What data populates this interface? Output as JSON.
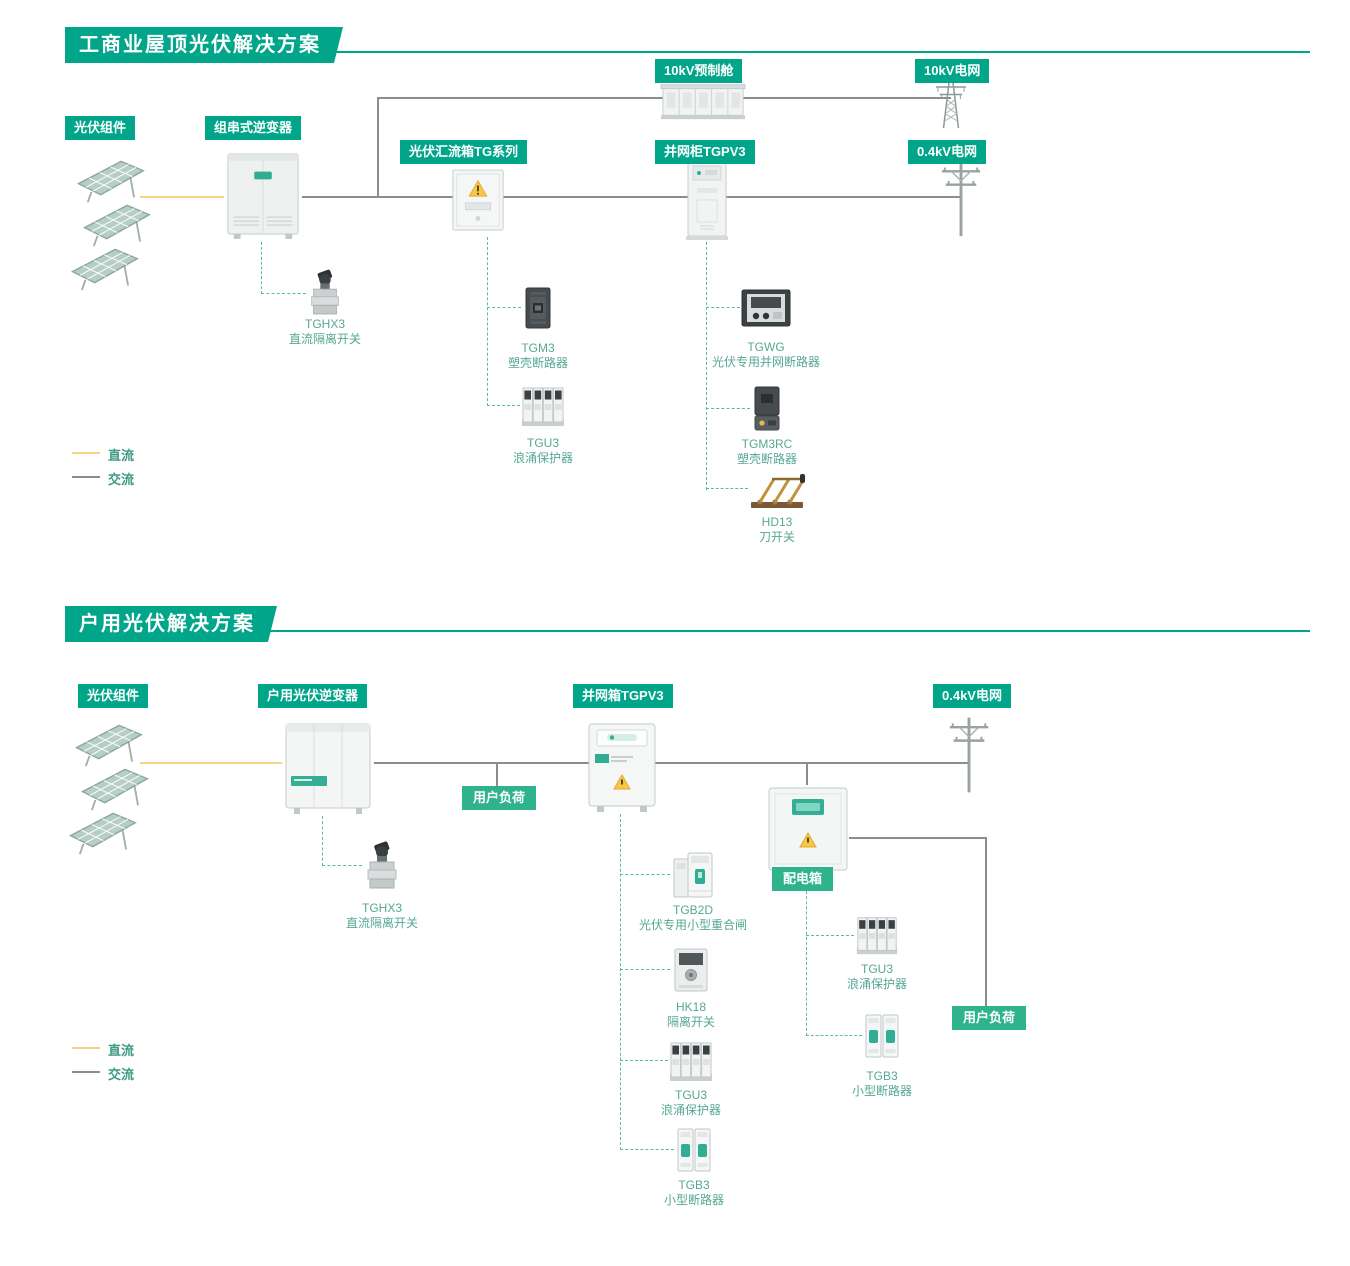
{
  "colors": {
    "teal": "#00A58A",
    "badge-green": "#2FB38C",
    "dc-yellow": "#F2D488",
    "ac-gray": "#8C8C8C",
    "dash-teal": "#55BEA4",
    "caption": "#55A794",
    "legend-text": "#3E9A85"
  },
  "section1": {
    "title": "工商业屋顶光伏解决方案",
    "pills": {
      "pv_modules": "光伏组件",
      "string_inverter": "组串式逆变器",
      "combiner_box": "光伏汇流箱TG系列",
      "prefab_cabin": "10kV预制舱",
      "grid_cabinet": "并网柜TGPV3",
      "grid_10kv": "10kV电网",
      "grid_04kv": "0.4kV电网"
    },
    "devices": {
      "tghx3": {
        "model": "TGHX3",
        "desc": "直流隔离开关"
      },
      "tgm3": {
        "model": "TGM3",
        "desc": "塑壳断路器"
      },
      "tgu3": {
        "model": "TGU3",
        "desc": "浪涌保护器"
      },
      "tgwg": {
        "model": "TGWG",
        "desc": "光伏专用并网断路器"
      },
      "tgm3rc": {
        "model": "TGM3RC",
        "desc": "塑壳断路器"
      },
      "hd13": {
        "model": "HD13",
        "desc": "刀开关"
      }
    },
    "legend": {
      "dc": "直流",
      "ac": "交流"
    }
  },
  "section2": {
    "title": "户用光伏解决方案",
    "pills": {
      "pv_modules": "光伏组件",
      "home_inverter": "户用光伏逆变器",
      "grid_box": "并网箱TGPV3",
      "grid_04kv": "0.4kV电网"
    },
    "badges": {
      "user_load_left": "用户负荷",
      "dist_box": "配电箱",
      "user_load_right": "用户负荷"
    },
    "devices": {
      "tghx3": {
        "model": "TGHX3",
        "desc": "直流隔离开关"
      },
      "tgb2d": {
        "model": "TGB2D",
        "desc": "光伏专用小型重合闸"
      },
      "hk18": {
        "model": "HK18",
        "desc": "隔离开关"
      },
      "tgu3_main": {
        "model": "TGU3",
        "desc": "浪涌保护器"
      },
      "tgb3_main": {
        "model": "TGB3",
        "desc": "小型断路器"
      },
      "tgu3_dist": {
        "model": "TGU3",
        "desc": "浪涌保护器"
      },
      "tgb3_dist": {
        "model": "TGB3",
        "desc": "小型断路器"
      }
    },
    "legend": {
      "dc": "直流",
      "ac": "交流"
    }
  }
}
